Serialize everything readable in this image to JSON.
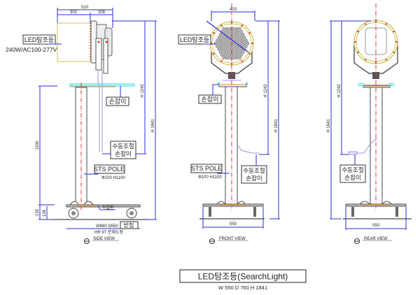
{
  "side_view": {
    "title": "SIDE VIEW",
    "dim_total_depth": "510",
    "dim_lamp_depth": "302",
    "dim_housing_depth": "208",
    "lamp_label": "LED탐조등",
    "power_spec": "240W/AC100-277V",
    "handle_label": "손잡이",
    "manual_handle_label_1": "수동조절",
    "manual_handle_label_2": "손잡이",
    "pole_label": "STS POLE",
    "pole_spec": "Φ100 H1100",
    "plate_label": "하철판",
    "base_spec": "W680 D550",
    "base_label": "받침",
    "finish_spec": "HR 9T 분체도장",
    "dim_pole_height": "1100",
    "dim_base_height": "135",
    "dim_plate_height": "126",
    "dim_h1242": "H 1242",
    "dim_h1841": "H 1841"
  },
  "front_view": {
    "title": "FRONT VIEW",
    "dim_width": "403",
    "lamp_label": "LED탐조등",
    "handle_label": "손잡이",
    "manual_handle_label_1": "수동조절",
    "manual_handle_label_2": "손잡이",
    "pole_label": "STS POLE",
    "pole_spec": "Φ100 H1100",
    "dim_base_width": "550",
    "dim_h1242": "H 1242",
    "dim_h1841": "H 1841"
  },
  "rear_view": {
    "title": "REAR VIEW",
    "manual_handle_label_1": "수동조절",
    "manual_handle_label_2": "손잡이",
    "dim_base_width": "550",
    "dim_h1242": "H 1242",
    "dim_h1841": "H 1841"
  },
  "title_block": {
    "title": "LED탐조등(SearchLight)",
    "dimensions": "W 550  D 760  H 1841"
  },
  "colors": {
    "dimension": "#2b2bd6",
    "centerline": "#e03030",
    "lamp_ring": "#c8c050",
    "handle": "#40d8e0",
    "plate": "#e8a040"
  }
}
